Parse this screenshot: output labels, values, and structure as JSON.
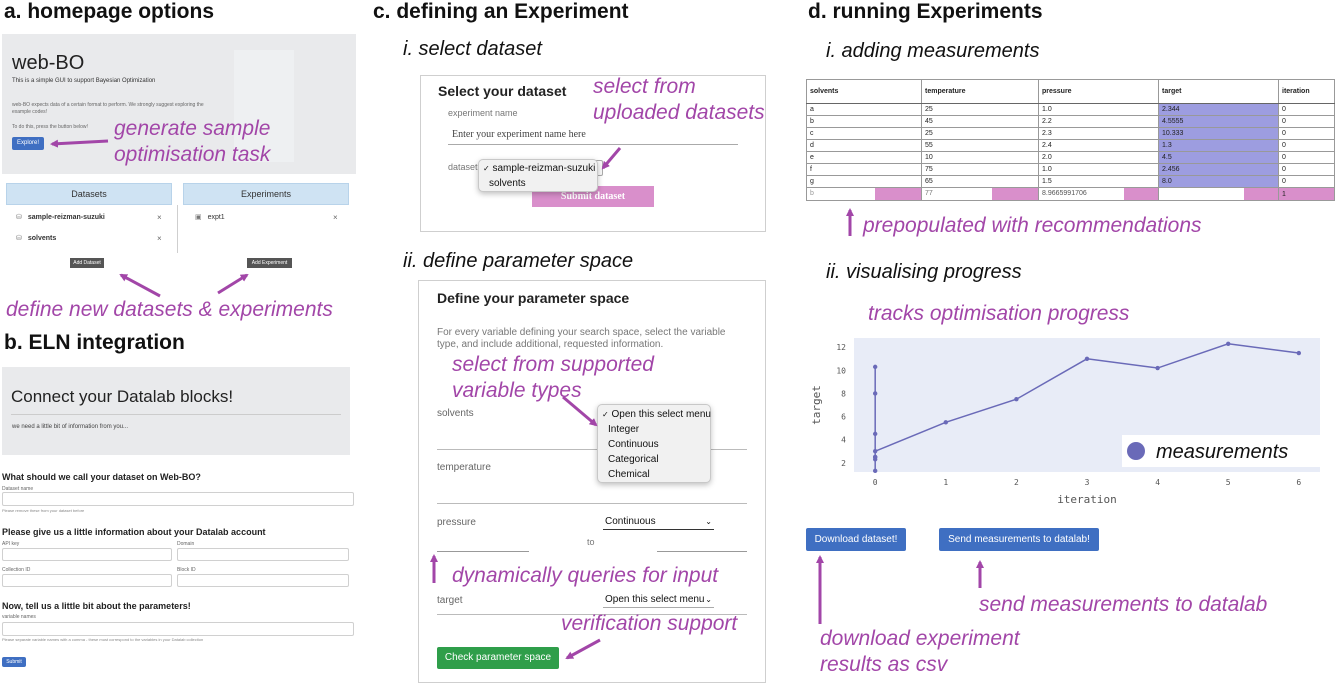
{
  "sections": {
    "a": {
      "title": "a. homepage options"
    },
    "b": {
      "title": "b. ELN integration"
    },
    "c": {
      "title": "c. defining an Experiment",
      "sub_i": "i. select dataset",
      "sub_ii": "ii. define parameter space"
    },
    "d": {
      "title": "d. running Experiments",
      "sub_i": "i. adding measurements",
      "sub_ii": "ii. visualising progress"
    }
  },
  "homepage": {
    "app_name": "web-BO",
    "intro": "This is a simple GUI to support Bayesian Optimization",
    "desc1": "web-BO expects data of a certain format to perform. We strongly suggest exploring the",
    "desc2": "example codes!",
    "hint": "To do this, press the button below!",
    "explore_label": "Explore!",
    "datasets_header": "Datasets",
    "experiments_header": "Experiments",
    "datasets": [
      "sample-reizman-suzuki",
      "solvents"
    ],
    "experiments": [
      "expt1"
    ],
    "add_dataset_label": "Add Dataset",
    "add_experiment_label": "Add Experiment",
    "remove_glyph": "×"
  },
  "eln": {
    "heading": "Connect your Datalab blocks!",
    "subheading": "we need a little bit of information from you...",
    "q1": "What should we call your dataset on Web-BO?",
    "dataset_name_label": "Dataset name",
    "q1_help": "Please remove these from your dataset before",
    "q2": "Please give us a little information about your Datalab account",
    "api_key_label": "API key",
    "domain_label": "Domain",
    "collection_label": "Collection ID",
    "block_label": "Block ID",
    "q3": "Now, tell us a little bit about the parameters!",
    "variable_names_label": "variable names",
    "q3_help": "Please separate variable names with a comma - these must correspond to the variables in your Datalab collection",
    "submit_label": "Submit"
  },
  "select_dataset": {
    "heading": "Select your dataset",
    "exp_name_label": "experiment name",
    "exp_name_placeholder": "Enter your experiment name here",
    "dataset_label": "dataset",
    "options": [
      "sample-reizman-suzuki",
      "solvents"
    ],
    "selected_mark": "✓",
    "submit_label": "Submit dataset"
  },
  "param_space": {
    "heading": "Define your parameter space",
    "desc": "For every variable defining your search space, select the variable type, and include additional, requested information.",
    "variables": [
      "solvents",
      "temperature",
      "pressure",
      "target"
    ],
    "menu_options": [
      "Open this select menu",
      "Integer",
      "Continuous",
      "Categorical",
      "Chemical"
    ],
    "selected_mark": "✓",
    "pressure_type": "Continuous",
    "to_label": "to",
    "target_select": "Open this select menu",
    "check_label": "Check parameter space"
  },
  "measurements": {
    "columns": [
      "solvents",
      "temperature",
      "pressure",
      "target",
      "iteration"
    ],
    "rows": [
      [
        "a",
        "25",
        "1.0",
        "2.344",
        "0"
      ],
      [
        "b",
        "45",
        "2.2",
        "4.5555",
        "0"
      ],
      [
        "c",
        "25",
        "2.3",
        "10.333",
        "0"
      ],
      [
        "d",
        "55",
        "2.4",
        "1.3",
        "0"
      ],
      [
        "e",
        "10",
        "2.0",
        "4.5",
        "0"
      ],
      [
        "f",
        "75",
        "1.0",
        "2.456",
        "0"
      ],
      [
        "g",
        "65",
        "1.5",
        "8.0",
        "0"
      ]
    ],
    "recommendation": [
      "b",
      "77",
      "8.9665991706",
      "",
      "1"
    ]
  },
  "chart_data": {
    "type": "line",
    "xlabel": "iteration",
    "ylabel": "target",
    "xlim": [
      -0.3,
      6.3
    ],
    "ylim": [
      1.2,
      12.8
    ],
    "x_ticks": [
      0,
      1,
      2,
      3,
      4,
      5,
      6
    ],
    "y_ticks": [
      2,
      4,
      6,
      8,
      10,
      12
    ],
    "series": [
      {
        "name": "measurements",
        "x": [
          0,
          0,
          0,
          0,
          0,
          0,
          0,
          0,
          1,
          2,
          3,
          4,
          5,
          6
        ],
        "y": [
          1.3,
          2.3,
          2.5,
          4.5,
          10.3,
          8.0,
          2.5,
          3.0,
          5.5,
          7.5,
          11.0,
          10.2,
          12.3,
          11.5
        ]
      }
    ],
    "legend_position": "bottom-right",
    "marker_color": "#6a6ab8",
    "plot_bg": "#e8ecf7"
  },
  "actions": {
    "download_label": "Download dataset!",
    "send_label": "Send measurements to datalab!"
  },
  "annotations": {
    "generate_1": "generate sample",
    "generate_2": "optimisation task",
    "define_new": "define new datasets & experiments",
    "select_from_1": "select from",
    "select_from_2": "uploaded datasets",
    "supported_1": "select from supported",
    "supported_2": "variable types",
    "dynamic": "dynamically queries for input",
    "verification": "verification support",
    "prepopulated": "prepopulated with recommendations",
    "tracks": "tracks optimisation progress",
    "send_to": "send measurements to datalab",
    "download_1": "download experiment",
    "download_2": "results as csv"
  },
  "colors": {
    "annotation": "#a246a8",
    "button_blue": "#3f6fc2",
    "button_green": "#2f9e4a",
    "submit_pink": "#d98fcb",
    "target_purple": "#9d9de0"
  }
}
